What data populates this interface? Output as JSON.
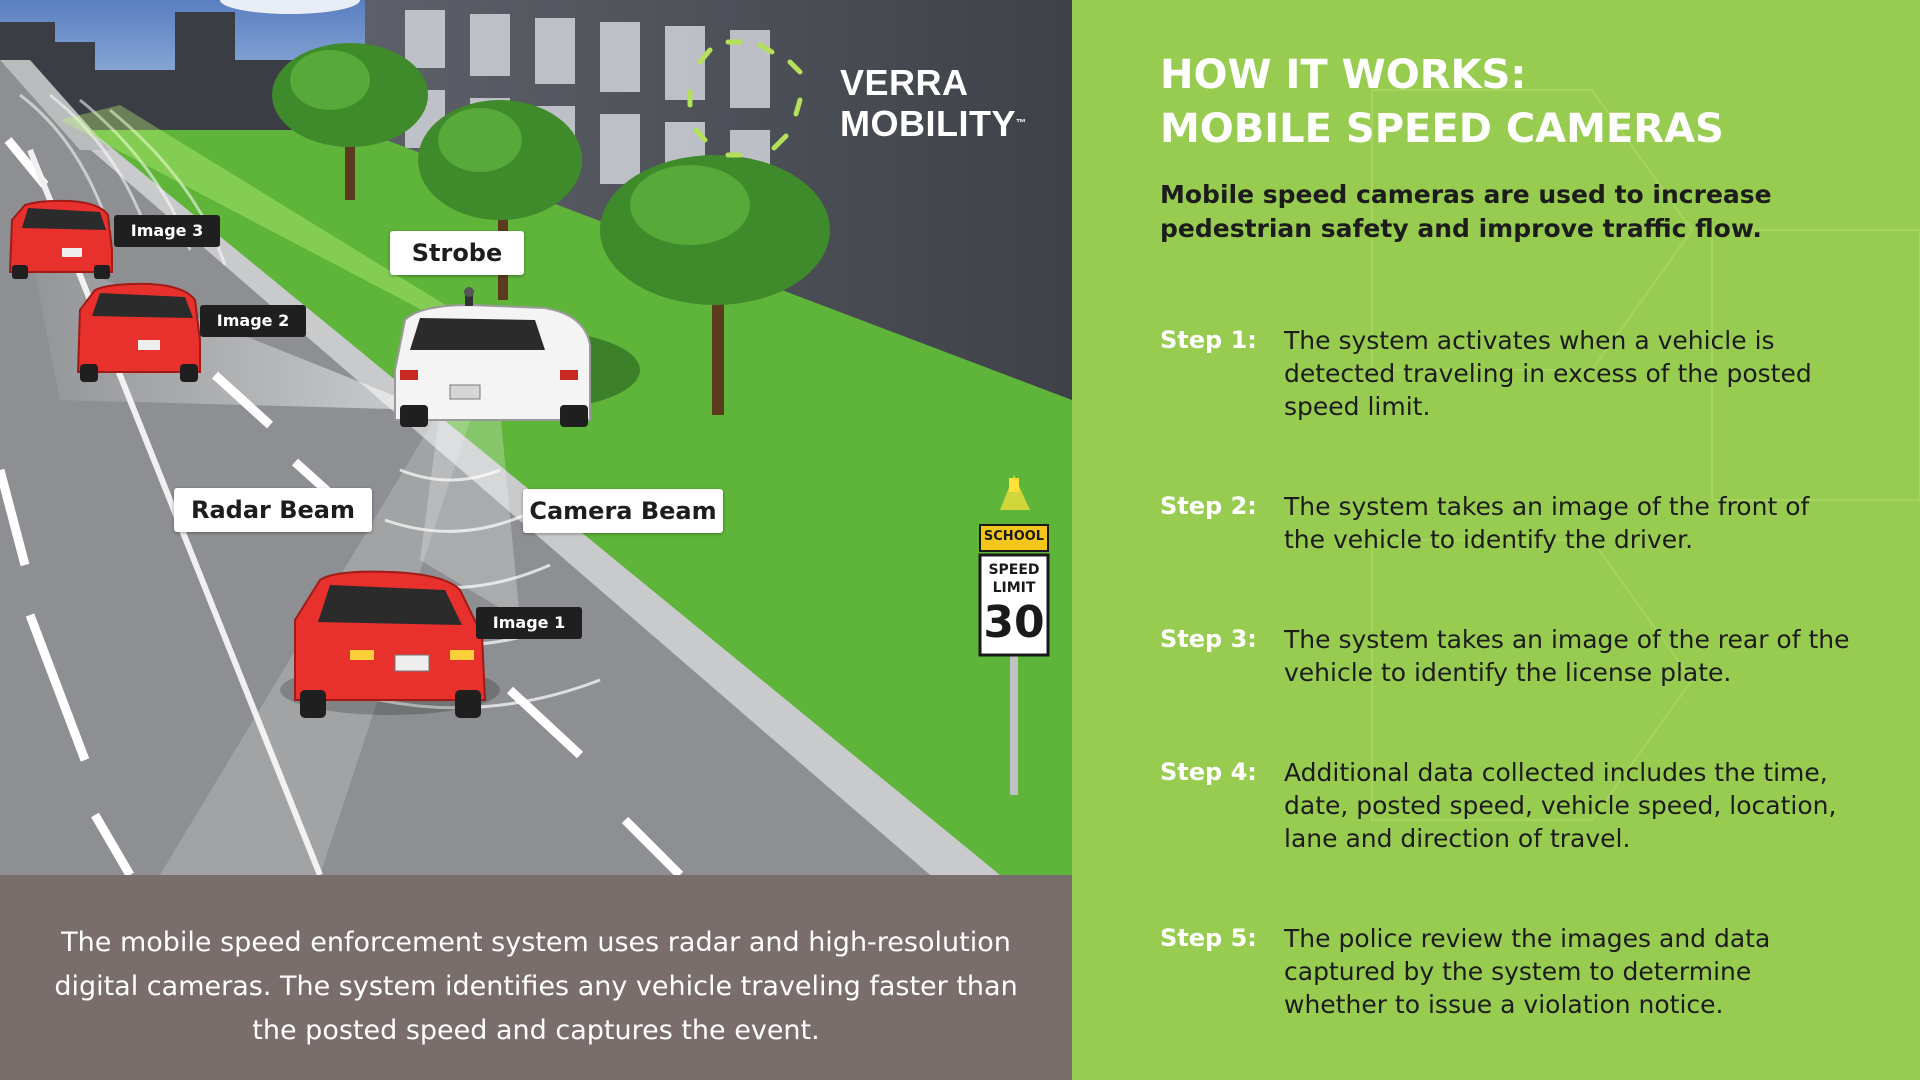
{
  "illustration": {
    "logo": {
      "line1": "VERRA",
      "line2": "MOBILITY",
      "tm": "™"
    },
    "callouts": {
      "strobe": "Strobe",
      "radar_beam": "Radar Beam",
      "camera_beam": "Camera Beam",
      "image1": "Image 1",
      "image2": "Image 2",
      "image3": "Image 3"
    },
    "sign": {
      "school": "SCHOOL",
      "speed": "SPEED",
      "limit": "LIMIT",
      "value": "30"
    }
  },
  "caption": "The mobile speed enforcement system uses radar and high-resolution digital cameras. The system identifies any vehicle traveling faster than the posted speed and captures the event.",
  "panel": {
    "title_line1": "HOW IT WORKS:",
    "title_line2": "MOBILE SPEED CAMERAS",
    "intro": "Mobile speed cameras are used to increase pedestrian safety and improve traffic flow.",
    "steps": [
      {
        "label": "Step 1:",
        "text": "The system activates when a vehicle is detected traveling in excess of the posted speed limit."
      },
      {
        "label": "Step 2:",
        "text": "The system takes an image of the front of the vehicle to identify the driver."
      },
      {
        "label": "Step 3:",
        "text": "The system takes an image of the rear of the vehicle to identify the license plate."
      },
      {
        "label": "Step 4:",
        "text": "Additional data collected includes the time, date, posted speed, vehicle speed, location, lane and direction of travel."
      },
      {
        "label": "Step 5:",
        "text": "The police review the images and data captured by the system to determine whether to issue a violation notice."
      }
    ]
  },
  "colors": {
    "panel_green": "#98cc50",
    "caption_bg": "#796e6b",
    "grass": "#5fb43a",
    "road": "#8d8f92",
    "car_red": "#e8302c",
    "heading_white": "#ffffff",
    "body_text": "#1c1c1c",
    "sign_yellow": "#f4c619"
  }
}
